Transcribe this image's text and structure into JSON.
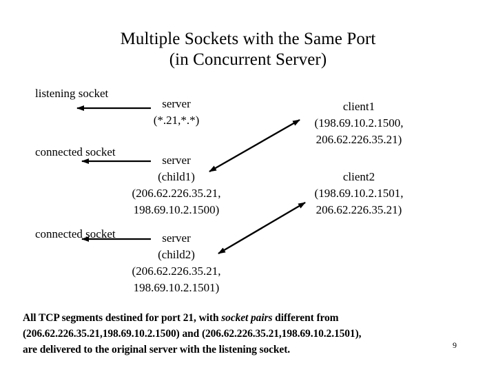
{
  "slide": {
    "title_lines": [
      "Multiple Sockets with the Same Port",
      "(in Concurrent Server)"
    ],
    "page_number": "9",
    "ink_color": "#000000",
    "background_color": "#ffffff"
  },
  "socket_labels": {
    "listening": "listening socket",
    "connected_1": "connected socket",
    "connected_2": "connected socket"
  },
  "nodes": {
    "server_listening": {
      "lines": [
        "server",
        "(*.21,*.*)"
      ]
    },
    "server_child1": {
      "lines": [
        "server",
        "(child1)",
        "(206.62.226.35.21,",
        "198.69.10.2.1500)"
      ]
    },
    "server_child2": {
      "lines": [
        "server",
        "(child2)",
        "(206.62.226.35.21,",
        "198.69.10.2.1501)"
      ]
    },
    "client1": {
      "lines": [
        "client1",
        "(198.69.10.2.1500,",
        "206.62.226.35.21)"
      ]
    },
    "client2": {
      "lines": [
        "client2",
        "(198.69.10.2.1501,",
        "206.62.226.35.21)"
      ]
    }
  },
  "connectors": {
    "listening_pointer": "arrow-left",
    "connected1_pointer": "arrow-left",
    "connected2_pointer": "arrow-left",
    "child1_to_client1": "arrow-double-diagonal",
    "child2_to_client2": "arrow-double-diagonal"
  },
  "caption": {
    "line1_a": "All TCP segments destined for port 21, with ",
    "line1_em": "socket pairs",
    "line1_b": " different from",
    "line2": "(206.62.226.35.21,198.69.10.2.1500) and (206.62.226.35.21,198.69.10.2.1501),",
    "line3": "are delivered to the original server with the listening socket."
  }
}
